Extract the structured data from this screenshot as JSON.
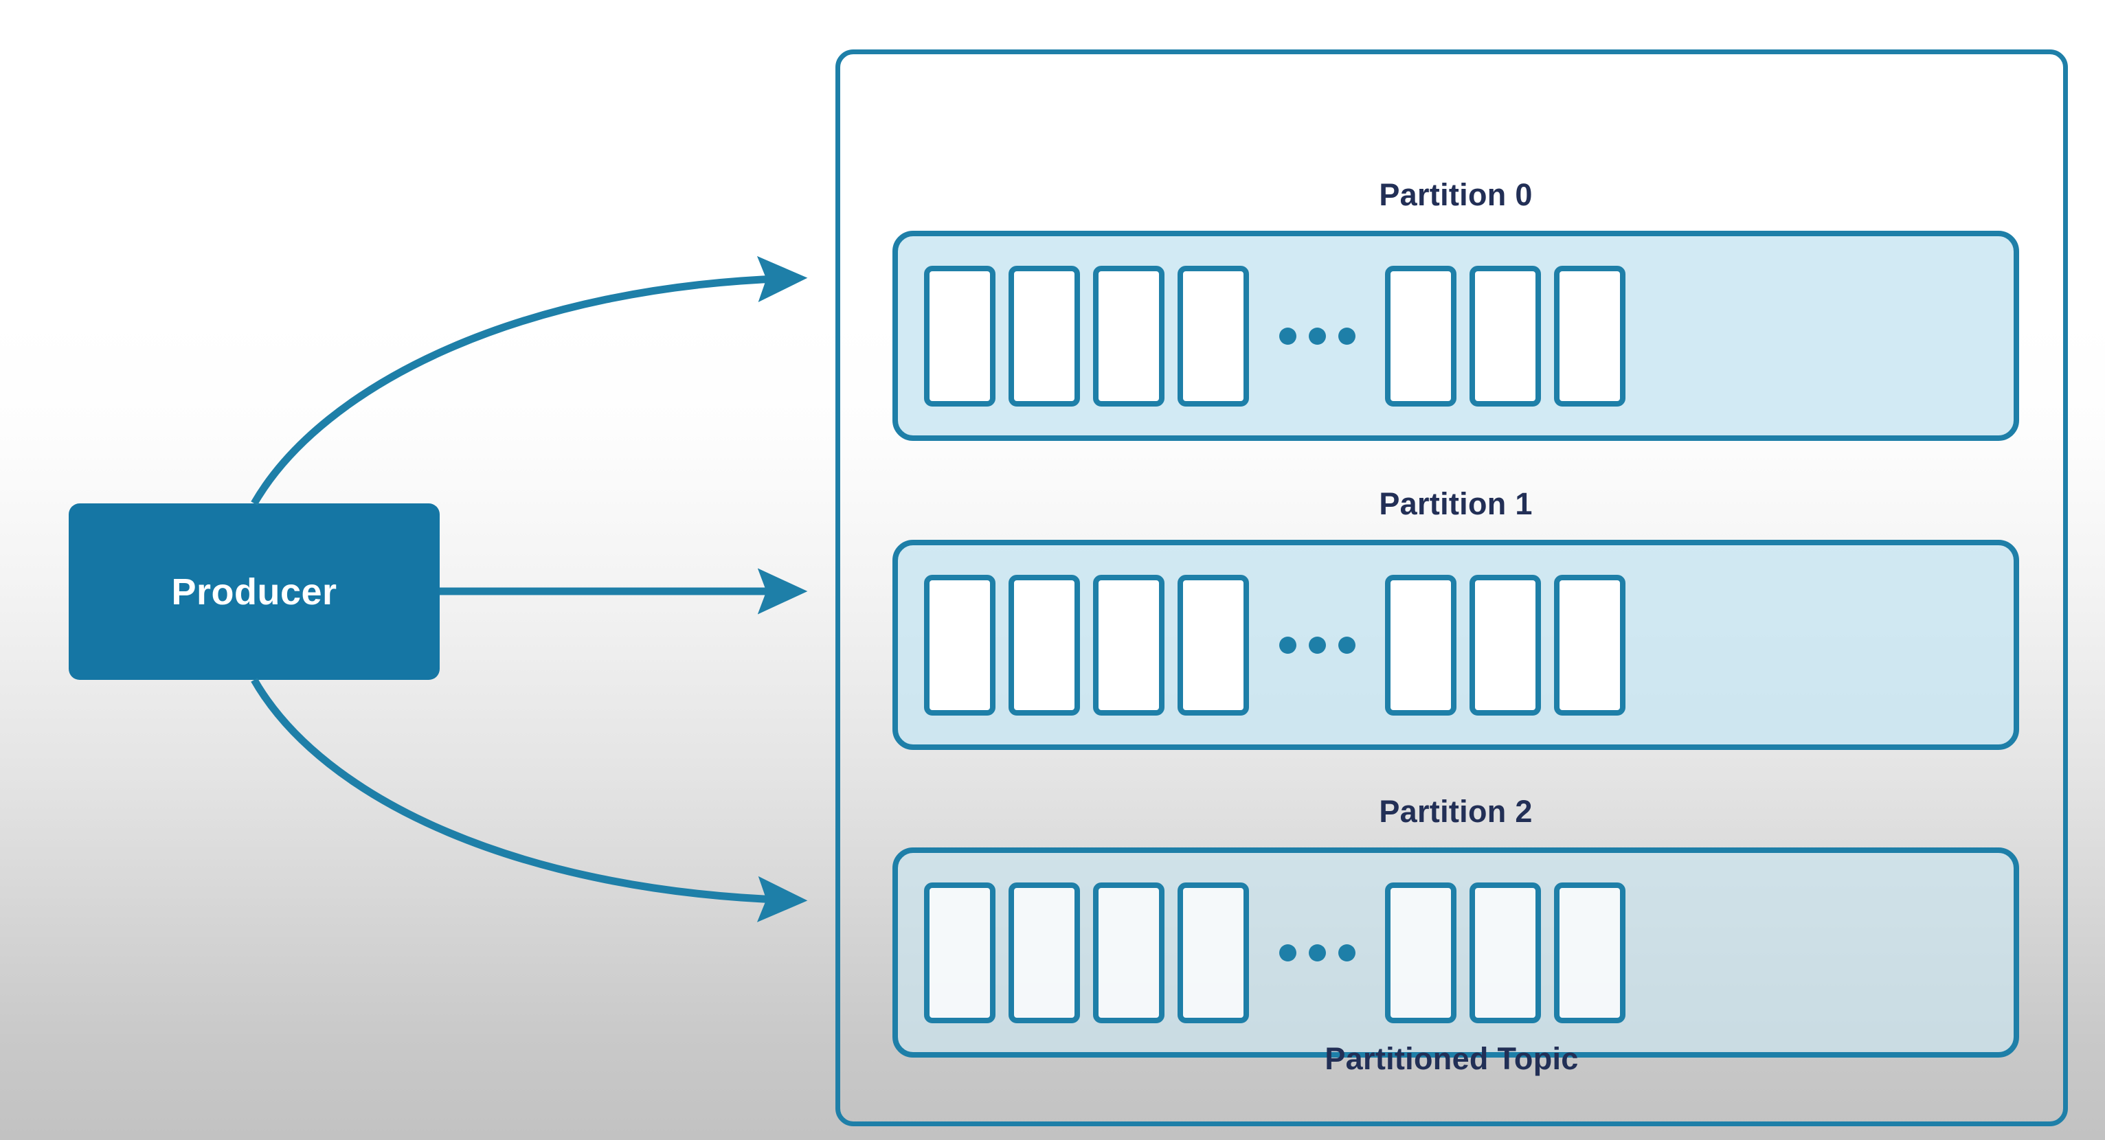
{
  "diagram": {
    "title": "Partitioned Topic",
    "colors": {
      "producer_fill": "#1576A4",
      "producer_text": "#ffffff",
      "stroke_teal": "#1E7FA8",
      "partition_fill": "#C8E5F1",
      "label_navy": "#222F56",
      "cell_fill": "#FFFFFF",
      "background_top": "#FFFFFF",
      "background_bottom": "#C2C2C2"
    },
    "producer": {
      "label": "Producer"
    },
    "topic": {
      "label": "Partitioned Topic",
      "partitions": [
        {
          "label": "Partition 0",
          "cells_before_ellipsis": 4,
          "cells_after_ellipsis": 3,
          "ellipsis_dots": 3
        },
        {
          "label": "Partition 1",
          "cells_before_ellipsis": 4,
          "cells_after_ellipsis": 3,
          "ellipsis_dots": 3
        },
        {
          "label": "Partition 2",
          "cells_before_ellipsis": 4,
          "cells_after_ellipsis": 3,
          "ellipsis_dots": 3
        }
      ]
    },
    "arrows": [
      {
        "name": "producer-to-partition-0",
        "style": "curved-up",
        "head": "solid-triangle"
      },
      {
        "name": "producer-to-partition-1",
        "style": "straight",
        "head": "solid-triangle"
      },
      {
        "name": "producer-to-partition-2",
        "style": "curved-down",
        "head": "solid-triangle"
      }
    ]
  }
}
